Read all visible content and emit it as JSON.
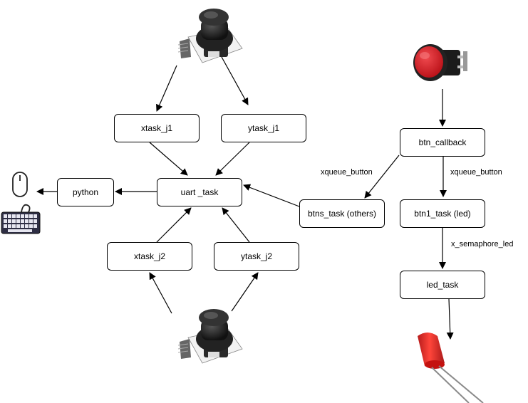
{
  "nodes": {
    "xtask_j1": "xtask_j1",
    "ytask_j1": "ytask_j1",
    "uart_task": "uart _task",
    "python": "python",
    "xtask_j2": "xtask_j2",
    "ytask_j2": "ytask_j2",
    "btn_callback": "btn_callback",
    "btns_task": "btns_task (others)",
    "btn1_task": "btn1_task (led)",
    "led_task": "led_task"
  },
  "edge_labels": {
    "xqueue_button_left": "xqueue_button",
    "xqueue_button_right": "xqueue_button",
    "x_semaphore_led": "x_semaphore_led"
  },
  "icons": {
    "joystick_top": "joystick-icon",
    "joystick_bottom": "joystick-icon",
    "push_button": "push-button-icon",
    "led": "red-led-icon",
    "mouse": "mouse-icon",
    "keyboard": "keyboard-icon"
  },
  "colors": {
    "button_red": "#d8141c",
    "led_red": "#e0231f",
    "line": "#000000"
  }
}
